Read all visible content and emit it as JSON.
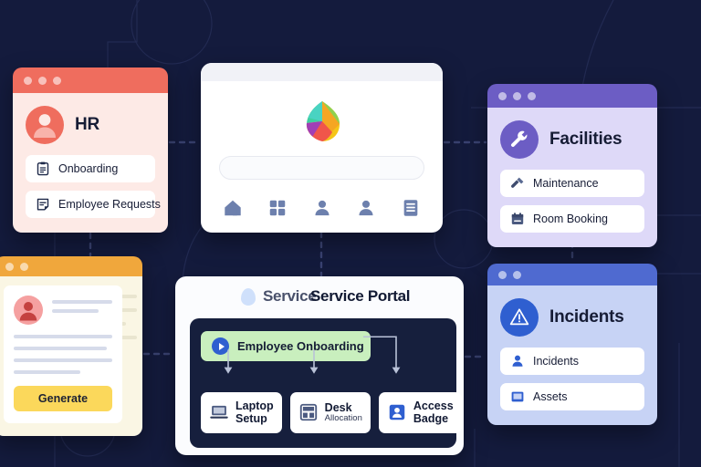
{
  "theme": {
    "background": "#141b3d",
    "hr_accent": "#ef6d5e",
    "hr_body": "#fdeae6",
    "facilities_accent": "#6c5dc4",
    "facilities_body": "#ded9f8",
    "incidents_accent": "#4f6ad0",
    "incidents_body": "#c7d3f5",
    "generator_accent": "#f0a73c",
    "generator_body": "#faf6e4",
    "generate_button": "#fbd85b",
    "flow_node": "#c9efbe",
    "canvas": "#161f3d"
  },
  "hr_card": {
    "title": "HR",
    "avatar_icon": "person-icon",
    "window_dots": 3,
    "items": [
      {
        "label": "Onboarding",
        "icon": "clipboard-icon"
      },
      {
        "label": "Employee Requests",
        "icon": "form-icon"
      }
    ]
  },
  "facilities_card": {
    "title": "Facilities",
    "avatar_icon": "wrench-icon",
    "window_dots": 3,
    "items": [
      {
        "label": "Maintenance",
        "icon": "hammer-icon"
      },
      {
        "label": "Room Booking",
        "icon": "calendar-icon"
      }
    ]
  },
  "incidents_card": {
    "title": "Incidents",
    "avatar_icon": "warning-triangle-icon",
    "window_dots": 2,
    "items": [
      {
        "label": "Incidents",
        "icon": "person-icon"
      },
      {
        "label": "Assets",
        "icon": "monitor-icon"
      }
    ]
  },
  "center_card": {
    "logo_icon": "colorful-leaf-logo",
    "search_placeholder": "",
    "search_value": "",
    "nav_icons": [
      "home-icon",
      "grid-icon",
      "person-icon",
      "person-icon",
      "list-icon"
    ]
  },
  "generator_card": {
    "window_dots": 2,
    "button_label": "Generate",
    "avatar_icon": "person-icon",
    "skeleton_head_lines": 2,
    "skeleton_body_lines": 4,
    "behind_lines": 5
  },
  "service_portal": {
    "title": "Service Portal",
    "ghost_title": "Service",
    "blob_icon": "blue-blob-icon",
    "flow": {
      "root": {
        "label": "Employee Onboarding",
        "icon": "play-icon"
      },
      "children": [
        {
          "line1": "Laptop",
          "line2": "Setup",
          "line2_small": false,
          "icon": "laptop-icon"
        },
        {
          "line1": "Desk",
          "line2": "Allocation",
          "line2_small": true,
          "icon": "desk-grid-icon"
        },
        {
          "line1": "Access",
          "line2": "Badge",
          "line2_small": false,
          "icon": "badge-icon"
        }
      ]
    }
  }
}
